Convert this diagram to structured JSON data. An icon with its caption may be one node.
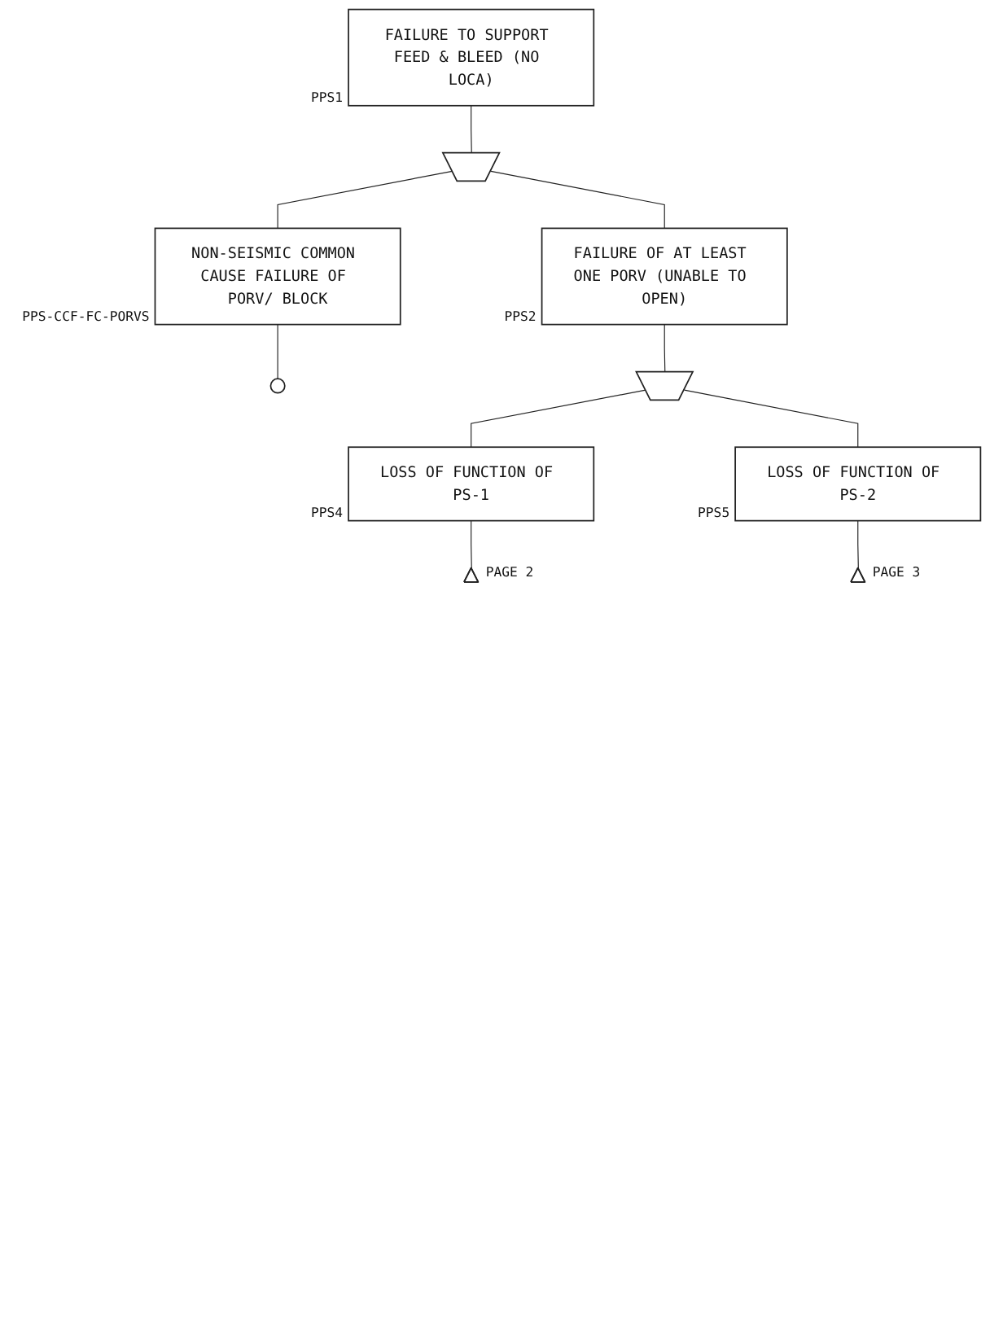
{
  "diagram": {
    "nodes": [
      {
        "text": [
          "FAILURE TO SUPPORT FEED & BLEED (NO LOCA)"
        ],
        "beside": [
          "PPS1"
        ]
      },
      {
        "text": [],
        "shape": "gate"
      },
      {
        "text": [
          "FAILURE OF AT LEAST ONE PORV (UNABLE TO OPEN)"
        ],
        "beside": [
          "PPS2"
        ]
      },
      {
        "text": [
          "NON-SEISMIC COMMON CAUSE FAILURE OF PORV/ BLOCK"
        ],
        "beside": [
          "PPS-CCF-FC-PORVS"
        ]
      },
      {
        "text": [],
        "shape": "circle"
      },
      {
        "text": [],
        "shape": "gate"
      },
      {
        "text": [
          "LOSS OF FUNCTION OF PS-1"
        ],
        "beside": [
          "PPS4"
        ]
      },
      {
        "text": [
          "LOSS OF FUNCTION OF PS-2"
        ],
        "beside": [
          "PPS5"
        ]
      },
      {
        "text": [],
        "shape": "triangle",
        "beside": [
          "PAGE 2"
        ]
      },
      {
        "text": [],
        "shape": "triangle",
        "beside": [
          "PAGE 3"
        ]
      }
    ],
    "edges": [
      {
        "from": 0,
        "to": 1,
        "arrow": "none"
      },
      {
        "from": 1,
        "to": 2,
        "arrow": "none"
      },
      {
        "from": 1,
        "to": 3,
        "arrow": "none"
      },
      {
        "from": 3,
        "to": 4,
        "arrow": "none"
      },
      {
        "from": 2,
        "to": 5,
        "arrow": "none"
      },
      {
        "from": 5,
        "to": 6,
        "arrow": "none"
      },
      {
        "from": 5,
        "to": 7,
        "arrow": "none"
      },
      {
        "from": 6,
        "to": 8,
        "arrow": "none"
      },
      {
        "from": 7,
        "to": 9,
        "arrow": "none"
      }
    ]
  }
}
